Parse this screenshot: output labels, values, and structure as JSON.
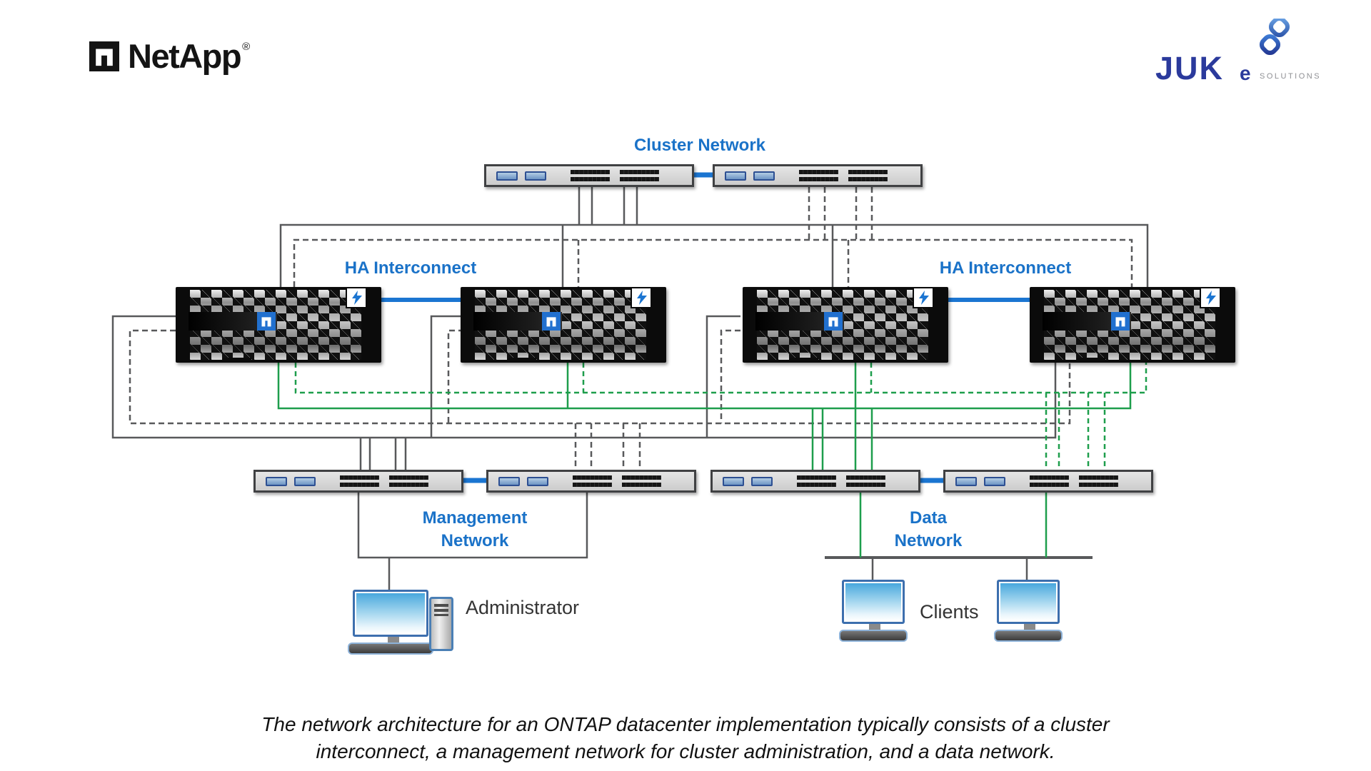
{
  "header": {
    "netapp": {
      "wordmark": "NetApp",
      "registered": "®"
    },
    "juke": {
      "main": "JUK",
      "e": "e",
      "sub": "SOLUTIONS"
    }
  },
  "diagram": {
    "labels": {
      "cluster_network": "Cluster Network",
      "ha_interconnect_left": "HA Interconnect",
      "ha_interconnect_right": "HA Interconnect",
      "management_line1": "Management",
      "management_line2": "Network",
      "data_line1": "Data",
      "data_line2": "Network",
      "administrator": "Administrator",
      "clients": "Clients"
    },
    "icons": {
      "controller_badge": "netapp-n",
      "controller_corner": "lightning-bolt"
    },
    "colors": {
      "label_blue": "#1a72c8",
      "ha_blue": "#1b75d1",
      "line_gray": "#58595b",
      "line_green": "#1e9e4c",
      "juke_navy": "#2b3a9c",
      "juke_gray": "#8f9094"
    }
  },
  "caption": {
    "line1": "The network architecture for an ONTAP datacenter implementation typically consists of a cluster",
    "line2": "interconnect, a management network for cluster administration, and a data network."
  }
}
